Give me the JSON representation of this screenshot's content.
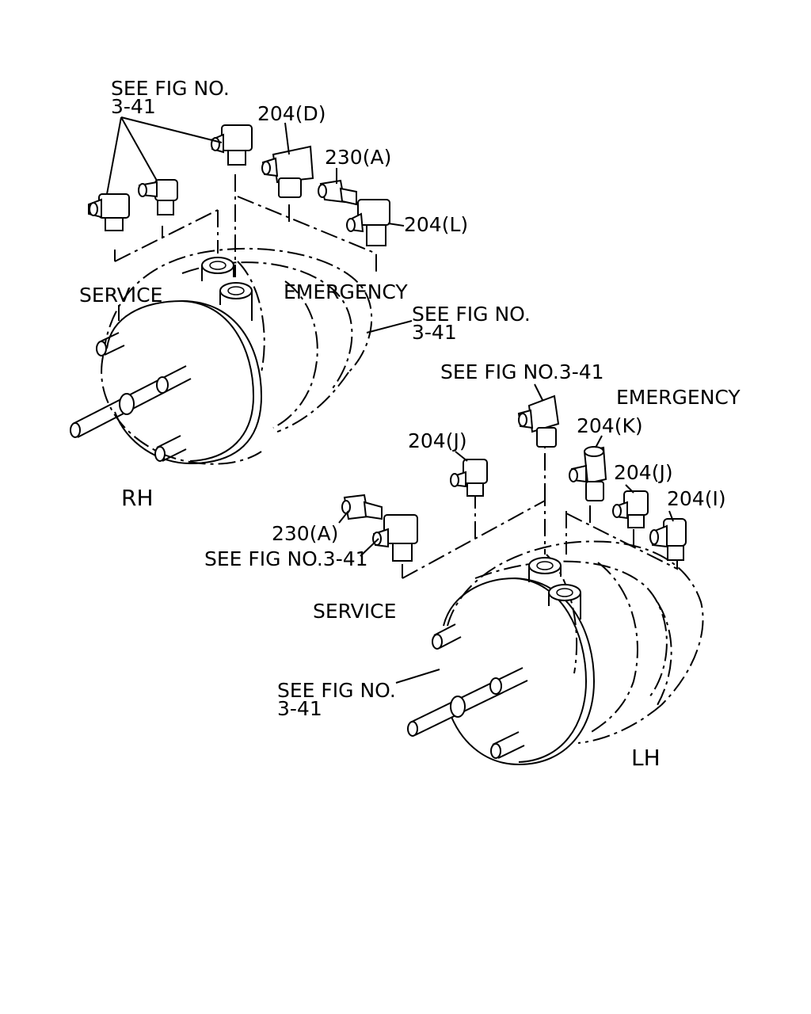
{
  "labels": {
    "rh": "RH",
    "lh": "LH",
    "rh_see_fig_top_line1": "SEE FIG NO.",
    "rh_see_fig_top_line2": "3-41",
    "rh_204d": "204(D)",
    "rh_230a": "230(A)",
    "rh_204l": "204(L)",
    "rh_service": "SERVICE",
    "rh_emergency": "EMERGENCY",
    "rh_see_fig_right_line1": "SEE FIG NO.",
    "rh_see_fig_right_line2": "3-41",
    "lh_see_fig_top": "SEE FIG NO.3-41",
    "lh_emergency": "EMERGENCY",
    "lh_204j_left": "204(J)",
    "lh_204k": "204(K)",
    "lh_204j_right": "204(J)",
    "lh_204i": "204(I)",
    "lh_230a": "230(A)",
    "lh_see_fig_mid": "SEE FIG NO.3-41",
    "lh_service": "SERVICE",
    "lh_see_fig_bottom_line1": "SEE FIG NO.",
    "lh_see_fig_bottom_line2": "3-41"
  }
}
